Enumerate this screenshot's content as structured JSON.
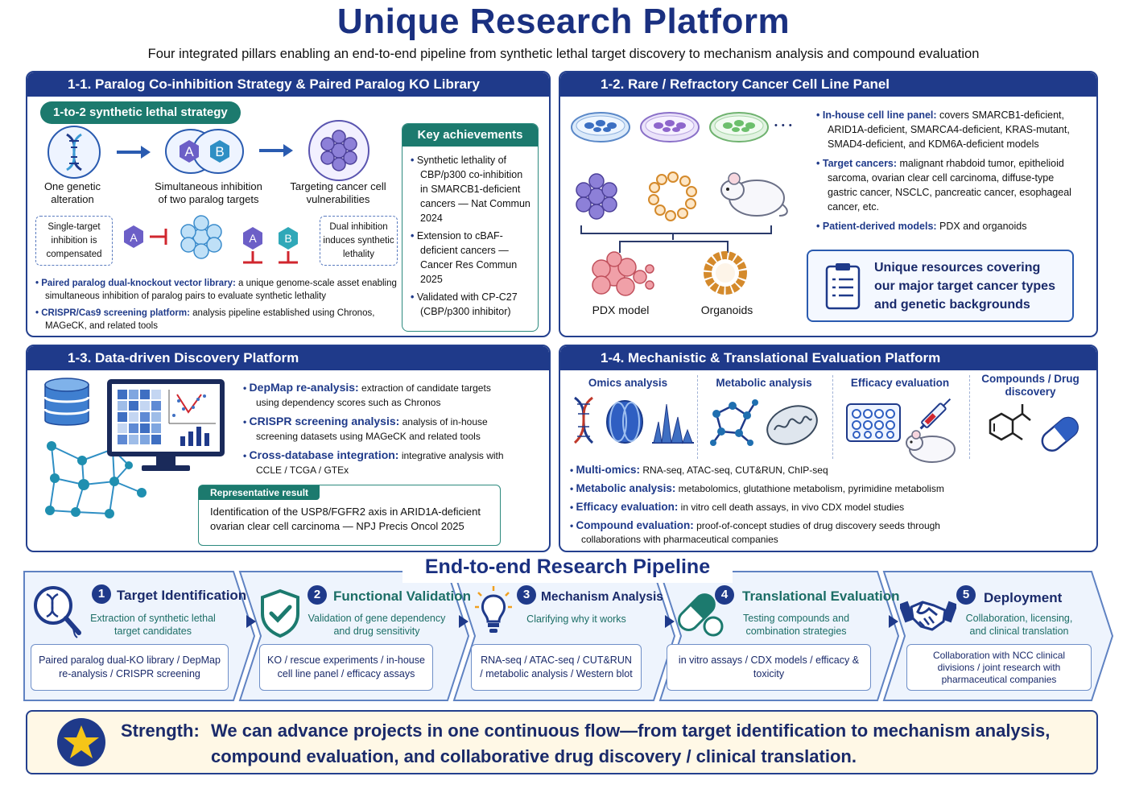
{
  "title": "Unique Research Platform",
  "subtitle": "Four integrated pillars enabling an end-to-end pipeline from synthetic lethal target discovery to mechanism analysis and compound evaluation",
  "p11": {
    "head": "1-1.  Paralog Co-inhibition Strategy & Paired Paralog KO Library",
    "pill": "1-to-2 synthetic lethal strategy",
    "cap1": "One genetic alteration",
    "cap2": "Simultaneous inhibition of two paralog targets",
    "cap3": "Targeting cancer cell vulnerabilities",
    "label_a": "A",
    "label_b": "B",
    "dash1": "Single-target inhibition is compensated",
    "dash2": "Dual inhibition induces synthetic lethality",
    "bullet1_bold": "Paired paralog dual-knockout vector library:",
    "bullet1_text": " a unique genome-scale asset enabling simultaneous inhibition of paralog pairs to evaluate synthetic lethality",
    "bullet2_bold": "CRISPR/Cas9 screening platform:",
    "bullet2_text": " analysis pipeline established using Chronos, MAGeCK, and related tools",
    "key_head": "Key achievements",
    "key1": "Synthetic lethality of CBP/p300 co-inhibition in SMARCB1-deficient cancers — Nat Commun 2024",
    "key2": "Extension to cBAF-deficient cancers — Cancer Res Commun 2025",
    "key3": "Validated with CP-C27 (CBP/p300 inhibitor)"
  },
  "p12": {
    "head": "1-2.  Rare / Refractory Cancer Cell Line Panel",
    "ellipsis": "• • •",
    "b1_bold": "In-house cell line panel:",
    "b1_text": " covers SMARCB1-deficient, ARID1A-deficient, SMARCA4-deficient, KRAS-mutant, SMAD4-deficient, and KDM6A-deficient models",
    "b2_bold": "Target cancers:",
    "b2_text": " malignant rhabdoid tumor, epithelioid sarcoma, ovarian clear cell carcinoma, diffuse-type gastric cancer, NSCLC, pancreatic cancer, esophageal cancer, etc.",
    "b3_bold": "Patient-derived models:",
    "b3_text": " PDX and organoids",
    "pdx": "PDX model",
    "organoids": "Organoids",
    "resource": "Unique resources covering our major target cancer types and genetic backgrounds"
  },
  "p13": {
    "head": "1-3.  Data-driven Discovery Platform",
    "b1_bold": "DepMap re-analysis:",
    "b1_text": " extraction of candidate targets using dependency scores such as Chronos",
    "b2_bold": "CRISPR screening analysis:",
    "b2_text": " analysis of in-house screening datasets using MAGeCK and related tools",
    "b3_bold": "Cross-database integration:",
    "b3_text": " integrative analysis with CCLE / TCGA / GTEx",
    "rep_head": "Representative result",
    "rep_text": "Identification of the USP8/FGFR2 axis in ARID1A-deficient ovarian clear cell carcinoma — NPJ Precis Oncol 2025"
  },
  "p14": {
    "head": "1-4.  Mechanistic & Translational Evaluation Platform",
    "col1": "Omics analysis",
    "col2": "Metabolic analysis",
    "col3": "Efficacy evaluation",
    "col4": "Compounds / Drug discovery",
    "b1_bold": "Multi-omics:",
    "b1_text": " RNA-seq, ATAC-seq, CUT&RUN, ChIP-seq",
    "b2_bold": "Metabolic analysis:",
    "b2_text": " metabolomics, glutathione metabolism, pyrimidine metabolism",
    "b3_bold": "Efficacy evaluation:",
    "b3_text": " in vitro cell death assays, in vivo CDX model studies",
    "b4_bold": "Compound evaluation:",
    "b4_text": " proof-of-concept studies of drug discovery seeds through collaborations with pharmaceutical companies"
  },
  "pipeline": {
    "title": "End-to-end Research Pipeline",
    "steps": [
      {
        "num": "1",
        "title": "Target Identification",
        "sub": "Extraction of synthetic lethal target candidates",
        "box": "Paired paralog dual-KO library / DepMap re-analysis / CRISPR screening"
      },
      {
        "num": "2",
        "title": "Functional Validation",
        "sub": "Validation of gene dependency and drug sensitivity",
        "box": "KO / rescue experiments / in-house cell line panel / efficacy assays"
      },
      {
        "num": "3",
        "title": "Mechanism Analysis",
        "sub": "Clarifying why it works",
        "box": "RNA-seq / ATAC-seq / CUT&RUN / metabolic analysis / Western blot"
      },
      {
        "num": "4",
        "title": "Translational Evaluation",
        "sub": "Testing compounds and combination strategies",
        "box": "in vitro assays / CDX models / efficacy & toxicity"
      },
      {
        "num": "5",
        "title": "Deployment",
        "sub": "Collaboration, licensing, and clinical translation",
        "box": "Collaboration with NCC clinical divisions / joint research with pharmaceutical companies"
      }
    ]
  },
  "strength": {
    "label": "Strength:",
    "line1": "We can advance projects in one continuous flow—from target identification to mechanism analysis,",
    "line2": "compound evaluation, and collaborative drug discovery / clinical translation."
  },
  "colors": {
    "navy": "#1f3a8a",
    "teal": "#1c7a6e",
    "star": "#f5c518"
  }
}
